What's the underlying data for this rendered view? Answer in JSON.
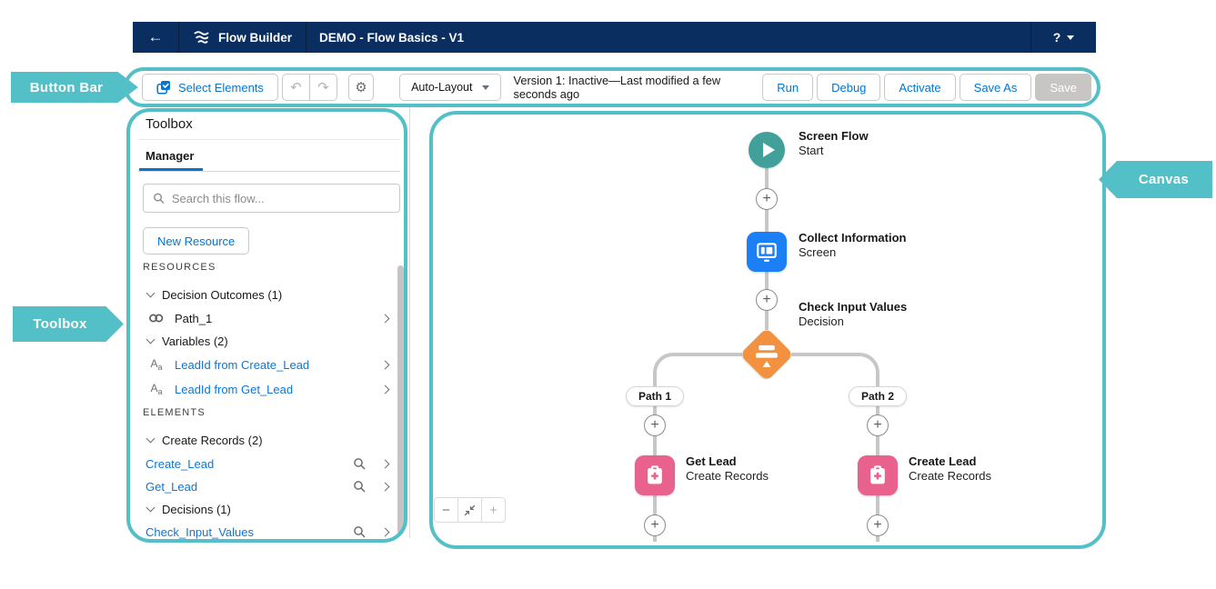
{
  "annotations": {
    "button_bar_label": "Button Bar",
    "toolbox_label": "Toolbox",
    "canvas_label": "Canvas"
  },
  "header": {
    "app_name": "Flow Builder",
    "flow_title": "DEMO - Flow Basics - V1",
    "help_label": "?"
  },
  "button_bar": {
    "select_elements_label": "Select Elements",
    "layout_selector_value": "Auto-Layout",
    "version_status": "Version 1: Inactive—Last modified a few seconds ago",
    "run_label": "Run",
    "debug_label": "Debug",
    "activate_label": "Activate",
    "save_as_label": "Save As",
    "save_label": "Save"
  },
  "toolbox": {
    "title": "Toolbox",
    "tab_manager": "Manager",
    "search_placeholder": "Search this flow...",
    "new_resource_label": "New Resource",
    "resources_header": "RESOURCES",
    "elements_header": "ELEMENTS",
    "groups": {
      "decision_outcomes": "Decision Outcomes (1)",
      "variables": "Variables (2)",
      "create_records": "Create Records (2)",
      "decisions": "Decisions (1)"
    },
    "items": {
      "path1": "Path_1",
      "var_create": "LeadId from Create_Lead",
      "var_get": "LeadId from Get_Lead",
      "create_lead": "Create_Lead",
      "get_lead": "Get_Lead",
      "check_input": "Check_Input_Values"
    }
  },
  "canvas": {
    "start_title": "Screen Flow",
    "start_subtitle": "Start",
    "screen_title": "Collect Information",
    "screen_subtitle": "Screen",
    "decision_title": "Check Input Values",
    "decision_subtitle": "Decision",
    "left_node_title": "Get Lead",
    "left_node_subtitle": "Create Records",
    "right_node_title": "Create Lead",
    "right_node_subtitle": "Create Records",
    "path_left": "Path 1",
    "path_right": "Path 2",
    "zoom_out": "−",
    "zoom_in": "+"
  },
  "colors": {
    "annotation_teal": "#53bfc7",
    "header_navy": "#0b2e61",
    "start_teal": "#41a09a",
    "screen_blue": "#1b80f5",
    "decision_orange": "#f2913f",
    "record_pink": "#e9618d",
    "connector_gray": "#c9c7c5",
    "action_blue": "#0176d3"
  }
}
